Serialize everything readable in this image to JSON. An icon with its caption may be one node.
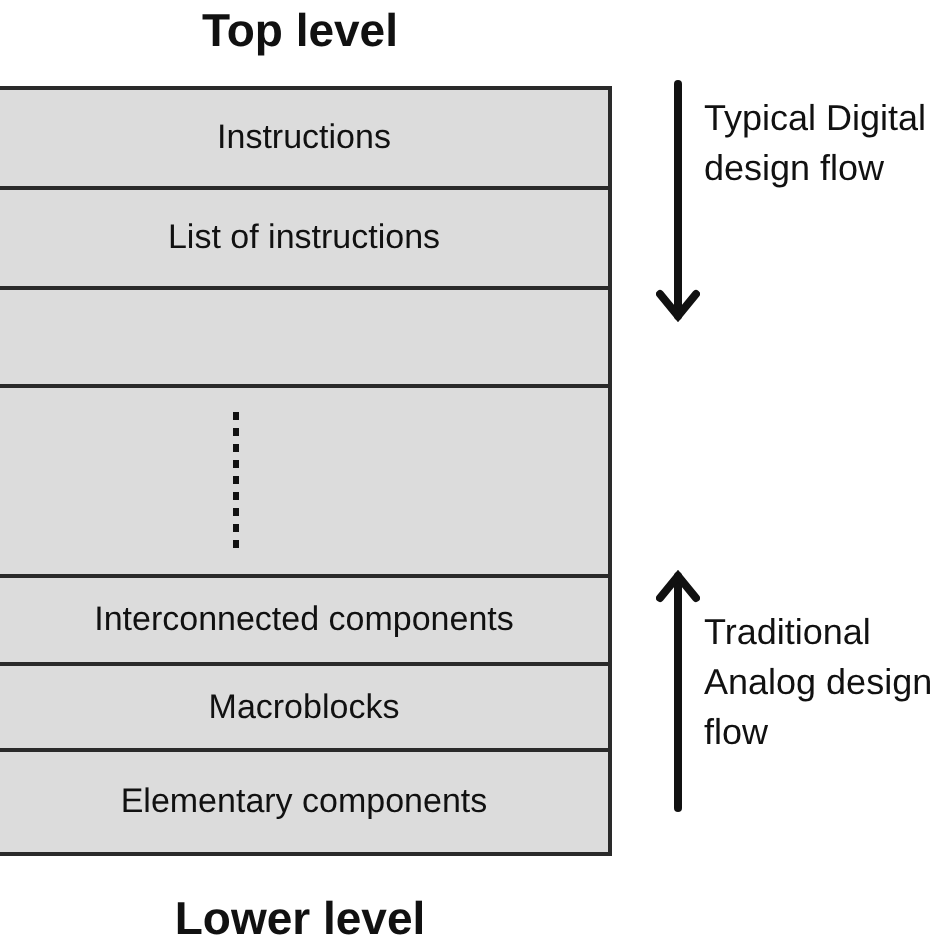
{
  "diagram": {
    "title": "Top level",
    "nodes": [
      {
        "text": [
          "Instructions"
        ]
      },
      {
        "text": [
          "List of instructions"
        ]
      },
      {
        "text": [],
        "shape": "box"
      },
      {
        "text": [],
        "shape": "box"
      },
      {
        "text": [
          "Interconnected components"
        ]
      },
      {
        "text": [
          "Macroblocks"
        ]
      },
      {
        "text": [
          "Elementary components"
        ]
      }
    ],
    "labels": [
      "Typical Digital design flow",
      "Traditional Analog design flow",
      "Lower level"
    ]
  }
}
